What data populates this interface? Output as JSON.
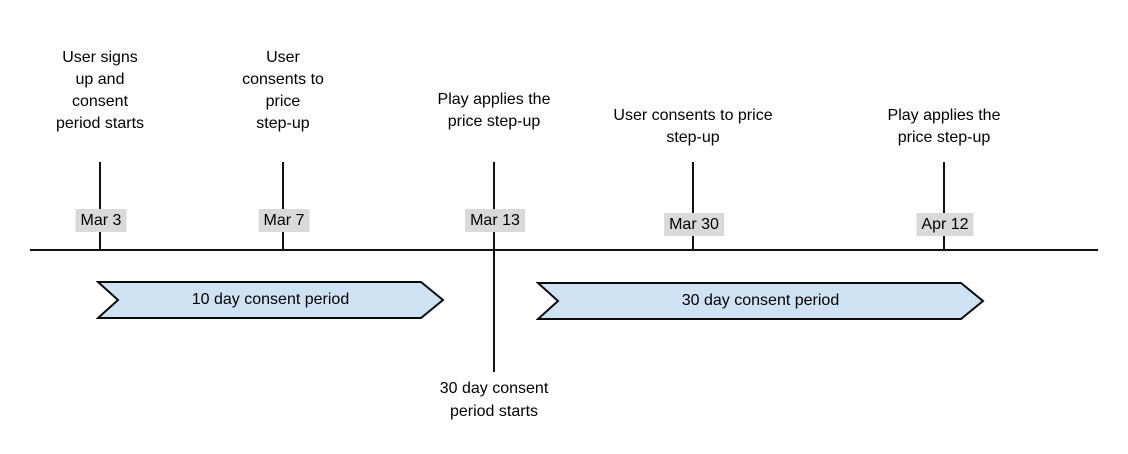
{
  "colors": {
    "background": "#ffffff",
    "axis_line": "#111111",
    "marker_line": "#111111",
    "date_chip_background": "#d9d9d9",
    "period_fill": "#cfe2f3",
    "period_border": "#0b0b0b",
    "text": "#000000"
  },
  "timeline": {
    "events": [
      {
        "date": "Mar 3",
        "label": "User signs\nup and\nconsent\nperiod starts"
      },
      {
        "date": "Mar 7",
        "label": "User\nconsents to\nprice\nstep-up"
      },
      {
        "date": "Mar 13",
        "label": "Play applies the\nprice step-up"
      },
      {
        "date": "Mar 30",
        "label": "User consents to price\nstep-up"
      },
      {
        "date": "Apr 12",
        "label": "Play applies the\nprice step-up"
      }
    ],
    "periods": [
      {
        "label": "10 day consent period"
      },
      {
        "label": "30 day consent period"
      }
    ],
    "below_axis_note": "30 day consent\nperiod starts"
  }
}
